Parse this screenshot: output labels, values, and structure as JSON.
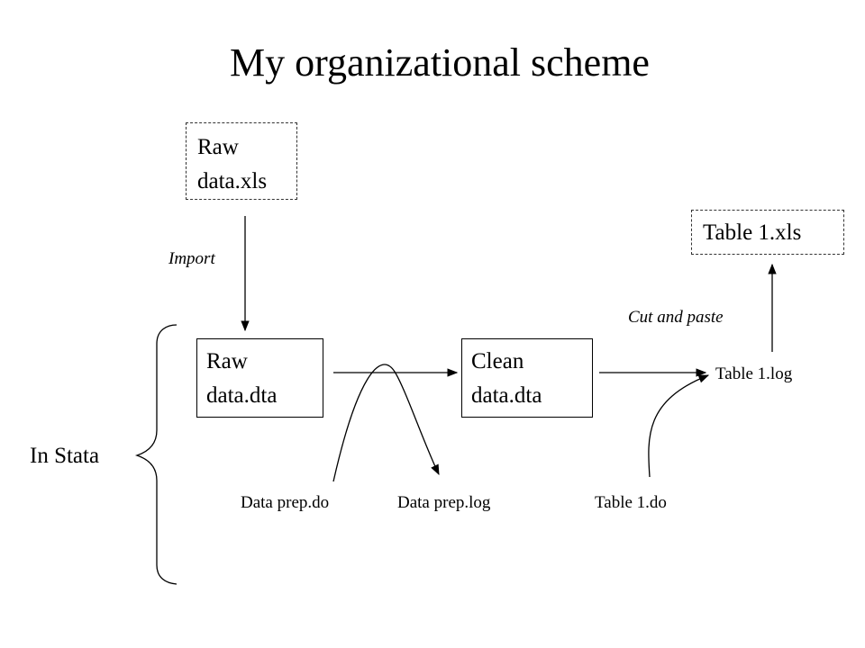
{
  "title": "My organizational scheme",
  "boxes": {
    "raw_xls": "Raw\ndata.xls",
    "table_xls": "Table 1.xls",
    "raw_dta": "Raw\ndata.dta",
    "clean_dta": "Clean\ndata.dta"
  },
  "labels": {
    "import": "Import",
    "cut_and_paste": "Cut and paste",
    "table_log": "Table 1.log",
    "data_prep_do": "Data prep.do",
    "data_prep_log": "Data prep.log",
    "table_do": "Table 1.do",
    "in_stata": "In Stata"
  }
}
